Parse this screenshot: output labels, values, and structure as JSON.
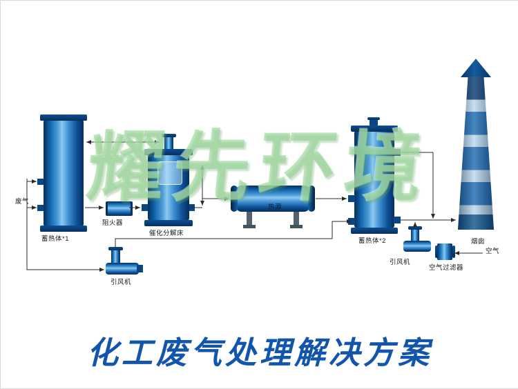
{
  "title": "化工废气处理解决方案",
  "watermark": "耀先环境",
  "labels": {
    "waste_gas": "废气",
    "regenerator1": "蓄热体*1",
    "flame_arrester": "阻火器",
    "catalytic_bed": "催化分解床",
    "heat_source": "热源",
    "regenerator2": "蓄热体*2",
    "chimney": "烟囱",
    "fan_left": "引风机",
    "fan_right": "引风机",
    "air_filter": "空气过滤器",
    "air": "空气"
  },
  "colors": {
    "equipment_blue_dark": "#062f5c",
    "equipment_blue": "#1976d2",
    "equipment_blue_light": "#8ec9ef",
    "watermark_green": "#96d294",
    "title_blue": "#1156ac",
    "flow_line": "#2b2b2b",
    "background": "#ffffff"
  }
}
